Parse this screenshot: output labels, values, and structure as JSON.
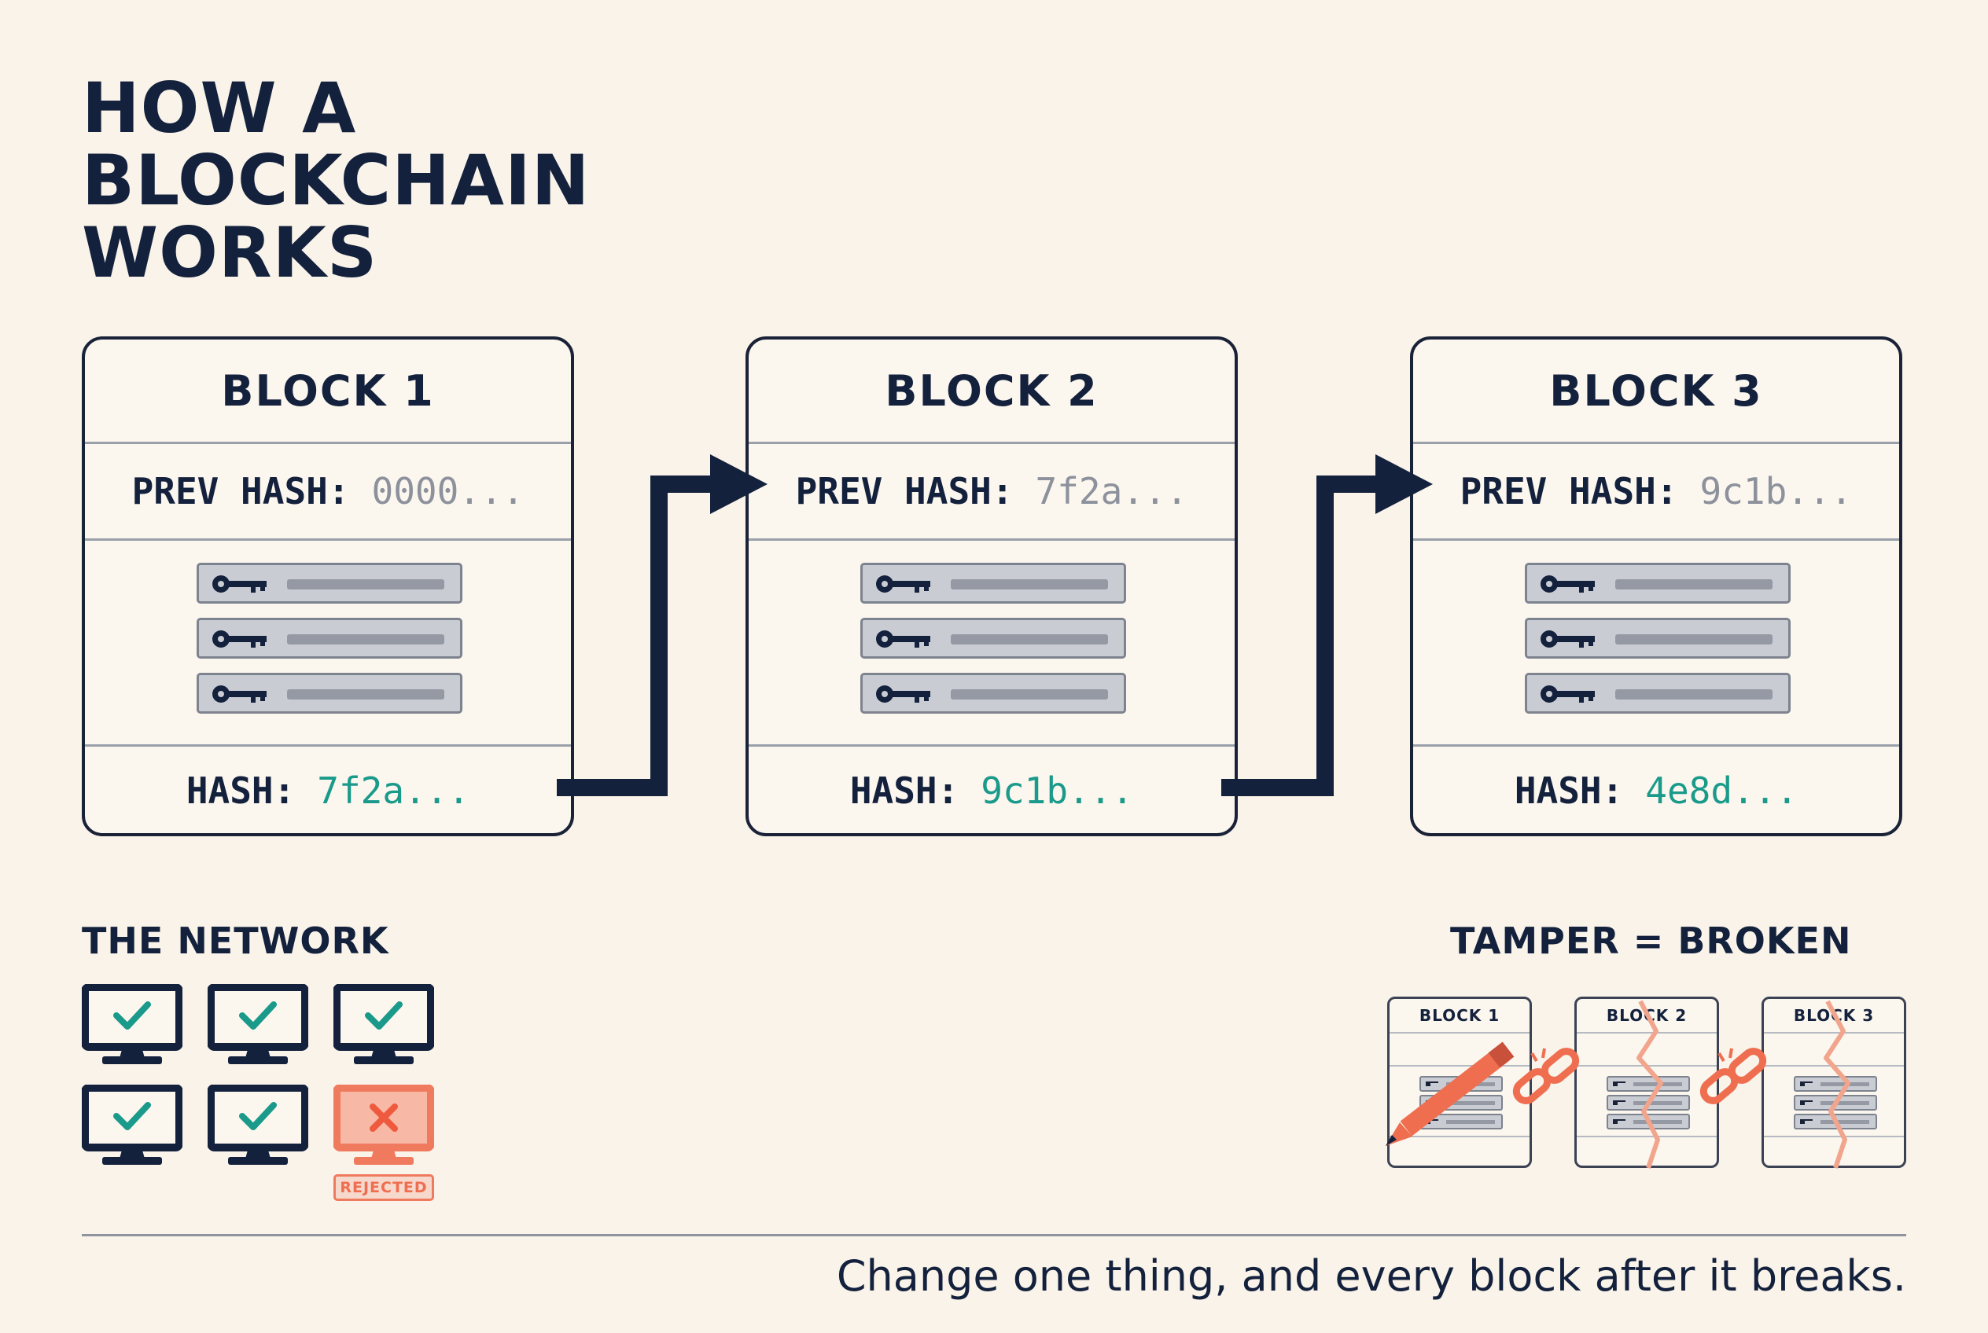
{
  "title": {
    "line1": "HOW A",
    "line2": "BLOCKCHAIN",
    "line3": "WORKS"
  },
  "blocks": [
    {
      "name": "BLOCK 1",
      "prev_label": "PREV HASH:",
      "prev_value": "0000...",
      "hash_label": "HASH:",
      "hash_value": "7f2a..."
    },
    {
      "name": "BLOCK 2",
      "prev_label": "PREV HASH:",
      "prev_value": "7f2a...",
      "hash_label": "HASH:",
      "hash_value": "9c1b..."
    },
    {
      "name": "BLOCK 3",
      "prev_label": "PREV HASH:",
      "prev_value": "9c1b...",
      "hash_label": "HASH:",
      "hash_value": "4e8d..."
    }
  ],
  "network": {
    "label": "THE NETWORK",
    "nodes": [
      "valid",
      "valid",
      "valid",
      "valid",
      "valid",
      "rejected"
    ],
    "rejected_label": "REJECTED"
  },
  "tamper": {
    "label": "TAMPER = BROKEN",
    "blocks": [
      "BLOCK 1",
      "BLOCK 2",
      "BLOCK 3"
    ],
    "icons": [
      "pencil-icon",
      "broken-chain-icon",
      "crack-icon"
    ]
  },
  "colors": {
    "background": "#f9f3e9",
    "navy": "#14213d",
    "teal": "#1a9a8a",
    "gray": "#8c919c",
    "coral": "#ef6e50"
  },
  "footer": "Change one thing, and every block after it breaks."
}
